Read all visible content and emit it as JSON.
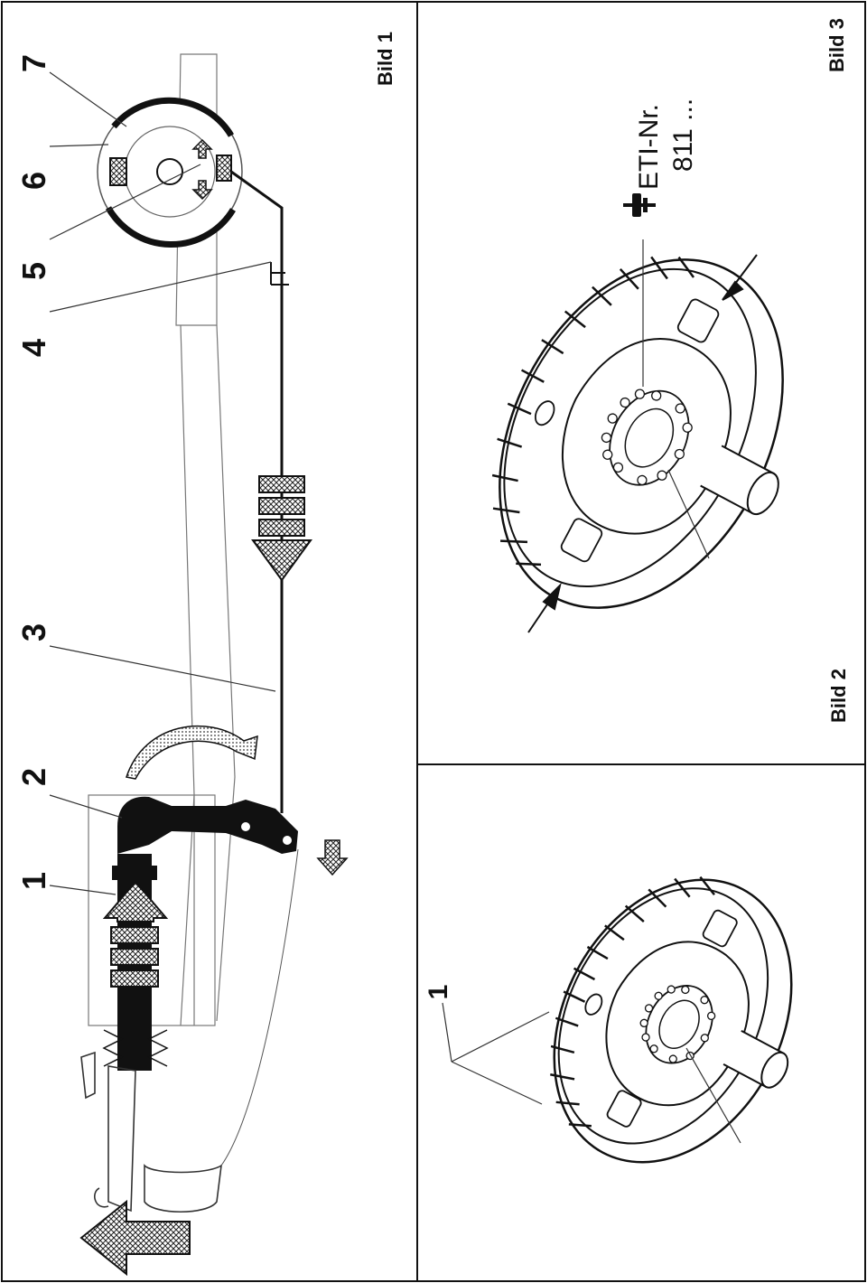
{
  "figures": {
    "bild1": {
      "title": "Bild 1",
      "callouts": [
        "1",
        "2",
        "3",
        "4",
        "5",
        "6",
        "7"
      ]
    },
    "bild2": {
      "title": "Bild 2",
      "callouts": [
        "1"
      ]
    },
    "bild3": {
      "title": "Bild 3",
      "part_label": "ETI-Nr.",
      "part_number": "811 ..."
    }
  }
}
